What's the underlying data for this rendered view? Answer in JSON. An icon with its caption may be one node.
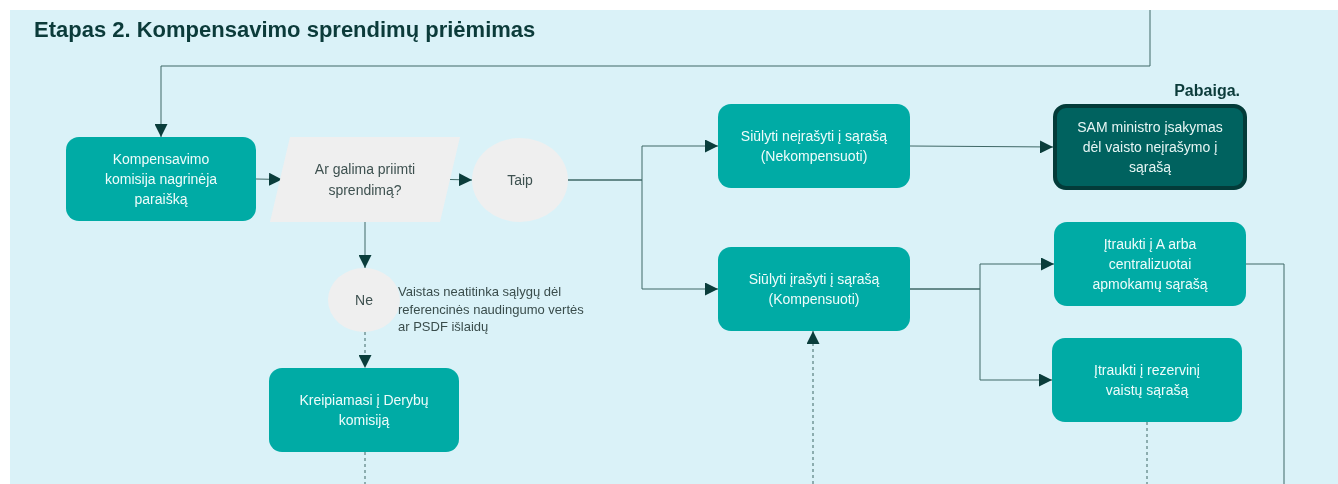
{
  "diagram": {
    "title": "Etapas 2. Kompensavimo sprendimų priėmimas",
    "nodes": [
      {
        "text": [
          "Kompensavimo komisija nagrinėja paraišką"
        ]
      },
      {
        "text": [
          "Ar galima priimti sprendimą?"
        ]
      },
      {
        "text": [
          "Taip"
        ]
      },
      {
        "text": [
          "Ne"
        ],
        "beside": [
          "Vaistas neatitinka sąlygų dėl referencinės naudingumo vertės ar PSDF išlaidų"
        ]
      },
      {
        "text": [
          "Kreipiamasi į Derybų komisiją"
        ]
      },
      {
        "text": [
          "Siūlyti neįrašyti į sąrašą (Nekompensuoti)"
        ]
      },
      {
        "text": [
          "SAM ministro įsakymas dėl vaisto neįrašymo į sąrašą"
        ],
        "beside": [
          "Pabaiga."
        ]
      },
      {
        "text": [
          "Siūlyti įrašyti į sąrašą (Kompensuoti)"
        ]
      },
      {
        "text": [
          "Įtraukti į A arba centralizuotai apmokamų sąrašą"
        ]
      },
      {
        "text": [
          "Įtraukti į rezervinį vaistų sąrašą"
        ]
      }
    ],
    "edges": [
      {
        "from": null,
        "to": 0,
        "arrow": "to"
      },
      {
        "from": 0,
        "to": 1,
        "arrow": "to"
      },
      {
        "from": 1,
        "to": 2,
        "arrow": "to"
      },
      {
        "from": 1,
        "to": 3,
        "arrow": "to"
      },
      {
        "from": 3,
        "to": 4,
        "arrow": "to",
        "style": "dashed"
      },
      {
        "from": 2,
        "to": 5,
        "arrow": "to"
      },
      {
        "from": 2,
        "to": 7,
        "arrow": "to"
      },
      {
        "from": 5,
        "to": 6,
        "arrow": "to"
      },
      {
        "from": 7,
        "to": 8,
        "arrow": "to"
      },
      {
        "from": 7,
        "to": 9,
        "arrow": "to"
      },
      {
        "from": null,
        "to": 7,
        "arrow": "to",
        "style": "dashed"
      },
      {
        "from": 4,
        "to": null,
        "arrow": "none",
        "style": "dashed"
      },
      {
        "from": 9,
        "to": null,
        "arrow": "none",
        "style": "dashed"
      },
      {
        "from": 8,
        "to": null,
        "arrow": "none"
      }
    ]
  }
}
